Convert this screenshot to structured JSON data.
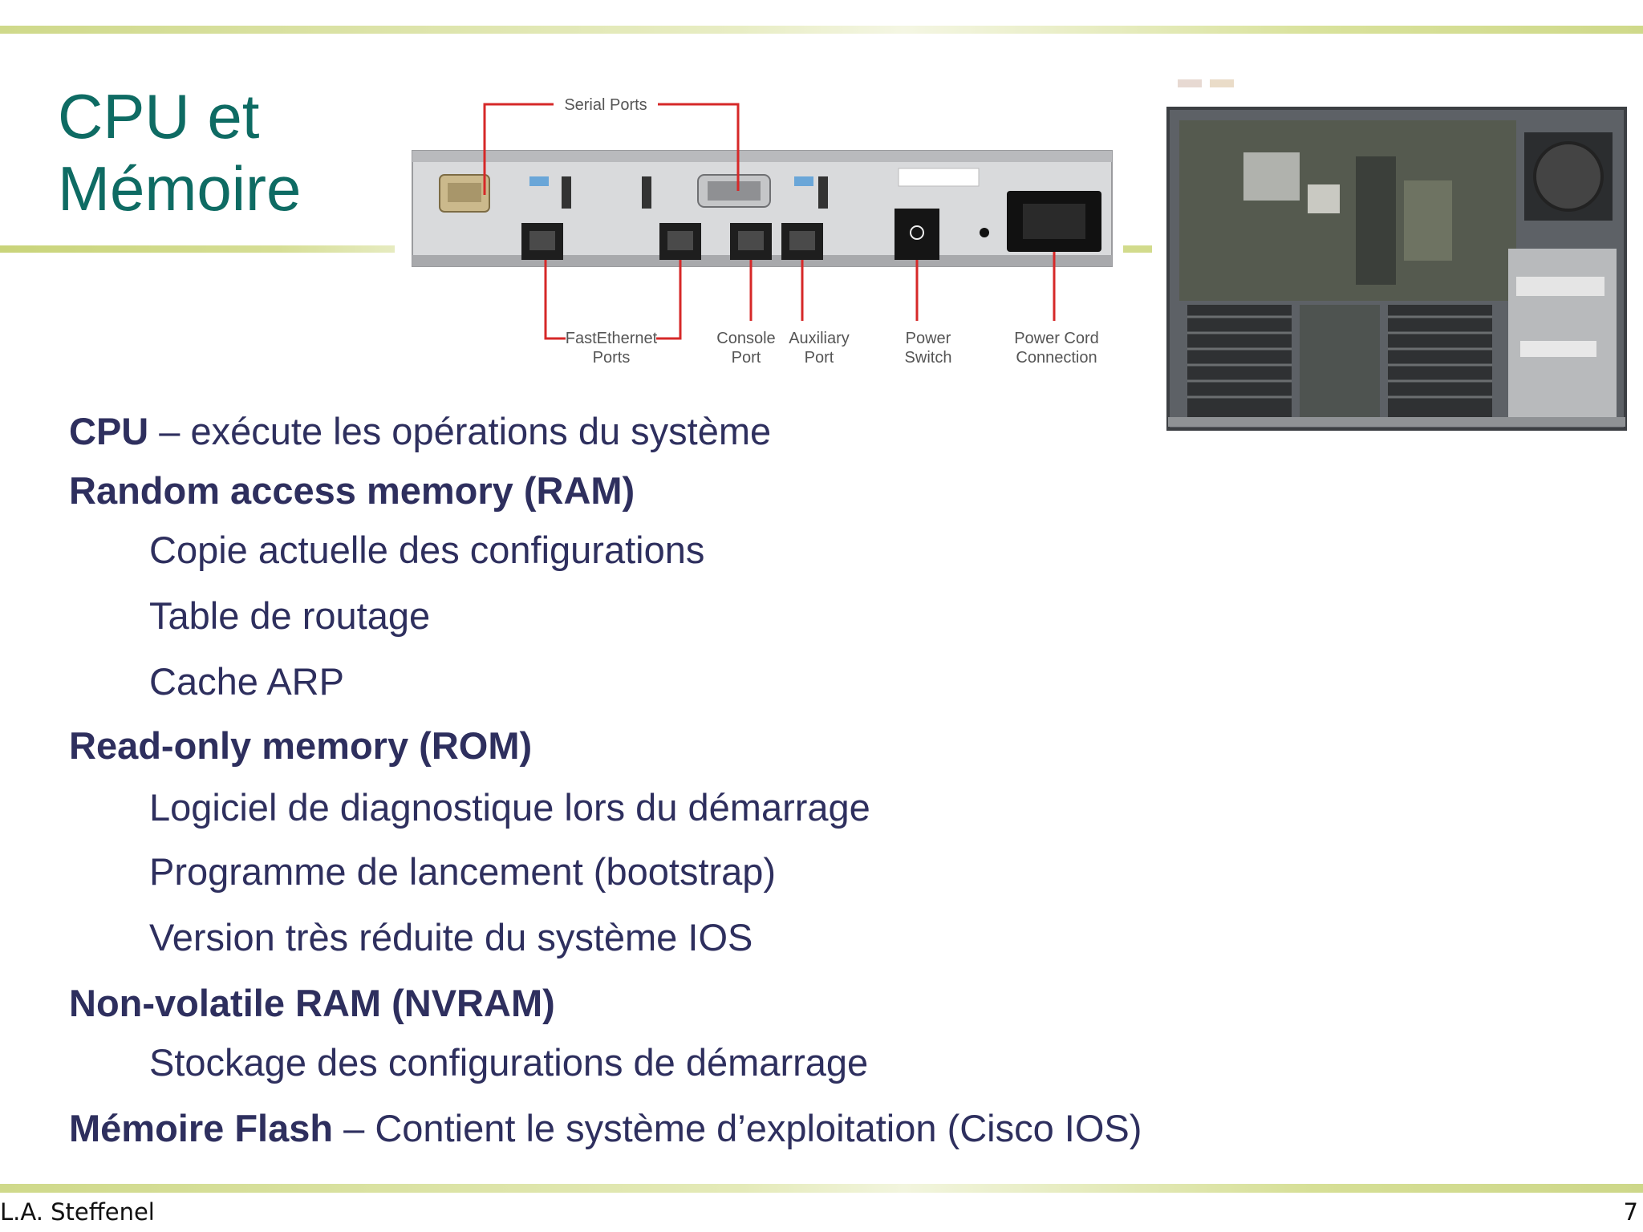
{
  "title": {
    "line1": "CPU et",
    "line2": "Mémoire"
  },
  "figure_router": {
    "labels": {
      "serial_ports": "Serial Ports",
      "fastethernet_1": "FastEthernet",
      "fastethernet_2": "Ports",
      "console_1": "Console",
      "console_2": "Port",
      "auxiliary_1": "Auxiliary",
      "auxiliary_2": "Port",
      "power_switch_1": "Power",
      "power_switch_2": "Switch",
      "power_cord_1": "Power Cord",
      "power_cord_2": "Connection"
    },
    "callout_color": "#d62828"
  },
  "content": {
    "cpu_term": "CPU",
    "cpu_desc": " – exécute les opérations du système",
    "ram_heading": "Random access memory (RAM)",
    "ram_items": [
      "Copie actuelle des configurations",
      "Table de routage",
      "Cache ARP"
    ],
    "rom_heading": "Read-only memory (ROM)",
    "rom_items": [
      "Logiciel de diagnostique lors du démarrage",
      "Programme de lancement (bootstrap)",
      "Version très réduite du système IOS"
    ],
    "nvram_heading": "Non-volatile RAM (NVRAM)",
    "nvram_items": [
      "Stockage des configurations de démarrage"
    ],
    "flash_term": "Mémoire Flash",
    "flash_desc": " – Contient le système d’exploitation (Cisco IOS)"
  },
  "footer": {
    "author": "L.A. Steffenel",
    "page": "7"
  },
  "colors": {
    "title": "#0e6b63",
    "text": "#2e2f5e",
    "accent_rule": "#cfd98a"
  }
}
